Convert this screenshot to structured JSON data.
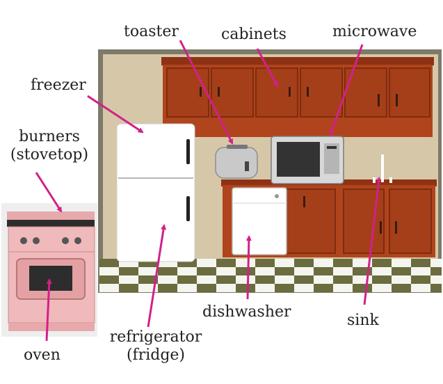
{
  "labels": {
    "toaster": "toaster",
    "cabinets": "cabinets",
    "microwave": "microwave",
    "freezer": "freezer",
    "burners": "burners",
    "stovetop": "(stovetop)",
    "dishwasher": "dishwasher",
    "sink": "sink",
    "refrigerator": "refrigerator",
    "fridge": "(fridge)",
    "oven": "oven"
  },
  "colors": {
    "wall": "#d6c7a8",
    "frame": "#7d7a6a",
    "cabinet": "#b0441c",
    "cabinet_dark": "#7e2c0e",
    "floor_dark": "#6b6c3f",
    "floor_light": "#f5f5ef",
    "appliance_white": "#ffffff",
    "stove_pink": "#f0b9bb",
    "arrow": "#d2208a"
  }
}
